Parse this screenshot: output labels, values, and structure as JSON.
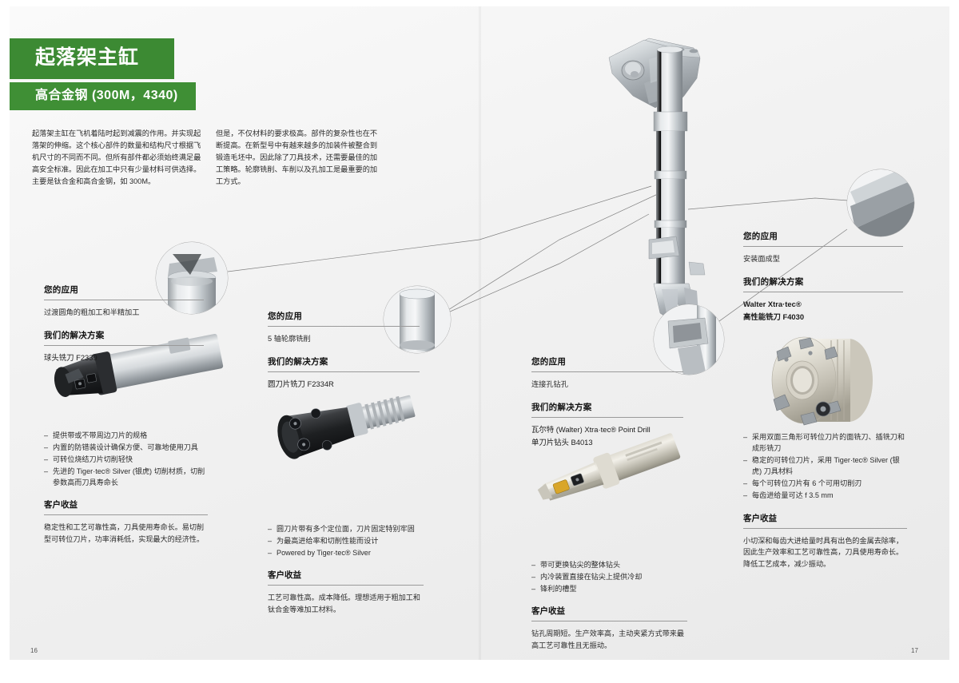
{
  "page": {
    "number_left": "16",
    "number_right": "17",
    "accent_green": "#3c8a33",
    "background": "#f2f2f2"
  },
  "header": {
    "title": "起落架主缸",
    "subtitle": "高合金钢 (300M，4340)"
  },
  "intro": {
    "paragraph_1": "起落架主缸在飞机着陆时起到减震的作用。并实现起落架的伸缩。这个核心部件的数量和结构尺寸根据飞机尺寸的不同而不同。但所有部件都必须始终满足最高安全标准。因此在加工中只有少量材料可供选择。主要是钛合金和高合金钢，如 300M。",
    "paragraph_2": "但是，不仅材料的要求极高。部件的复杂性也在不断提高。在新型号中有越来越多的加装件被整合到锻造毛坯中。因此除了刀具技术，还需要最佳的加工策略。轮廓铣削、车削以及孔加工是最重要的加工方式。"
  },
  "labels": {
    "application": "您的应用",
    "solution": "我们的解决方案",
    "benefit": "客户收益"
  },
  "blocks": [
    {
      "id": "ball-nose-mill",
      "application": "过渡圆角的粗加工和半精加工",
      "product_lines": [
        "球头铣刀 F2339"
      ],
      "features": [
        "提供带或不带周边刀片的规格",
        "内置的防错装设计确保方便、可靠地使用刀具",
        "可转位烧结刀片切削轻快",
        "先进的 Tiger·tec® Silver (银虎) 切削材质，切削参数高而刀具寿命长"
      ],
      "benefit": "稳定性和工艺可靠性高，刀具使用寿命长。易切削型可转位刀片，功率消耗低，实现最大的经济性。",
      "art_name": "ball-nose-milling-cutter-photo"
    },
    {
      "id": "round-insert-mill",
      "application": "5 轴轮廓铣削",
      "product_lines": [
        "圆刀片铣刀 F2334R"
      ],
      "features": [
        "圆刀片带有多个定位面，刀片固定特别牢固",
        "为最高进给率和切削性能而设计",
        "Powered by Tiger·tec® Silver"
      ],
      "benefit": "工艺可靠性高。成本降低。理想适用于粗加工和钛合金等难加工材料。",
      "art_name": "round-insert-milling-cutter-photo"
    },
    {
      "id": "point-drill",
      "application": "连接孔钻孔",
      "product_lines": [
        "瓦尔特 (Walter) Xtra·tec® Point Drill",
        "单刀片钻头 B4013"
      ],
      "features": [
        "带可更换钻尖的整体钻头",
        "内冷装置直接在钻尖上提供冷却",
        "锋利的槽型"
      ],
      "benefit": "钻孔周期短。生产效率高，主动夹紧方式带来最高工艺可靠性且无振动。",
      "art_name": "point-drill-photo"
    },
    {
      "id": "face-mill-f4030",
      "application": "安装面成型",
      "product_lines": [
        "Walter Xtra·tec®",
        "高性能铣刀 F4030"
      ],
      "features": [
        "采用双面三角形可转位刀片的面铣刀、插铣刀和成形铣刀",
        "稳定的可转位刀片，采用 Tiger·tec® Silver (银虎) 刀具材料",
        "每个可转位刀片有 6 个可用切削刃",
        "每齿进给量可达 f 3.5 mm"
      ],
      "benefit": "小切深和每齿大进给量时具有出色的金属去除率，因此生产效率和工艺可靠性高，刀具使用寿命长。降低工艺成本，减少振动。",
      "art_name": "face-milling-cutter-photo"
    }
  ],
  "artwork": {
    "main_part": "landing-gear-main-cylinder-render",
    "detail_callouts": [
      "detail-circle-transition-radius",
      "detail-circle-contour-profile",
      "detail-circle-connection-hole",
      "detail-circle-mounting-face"
    ]
  }
}
